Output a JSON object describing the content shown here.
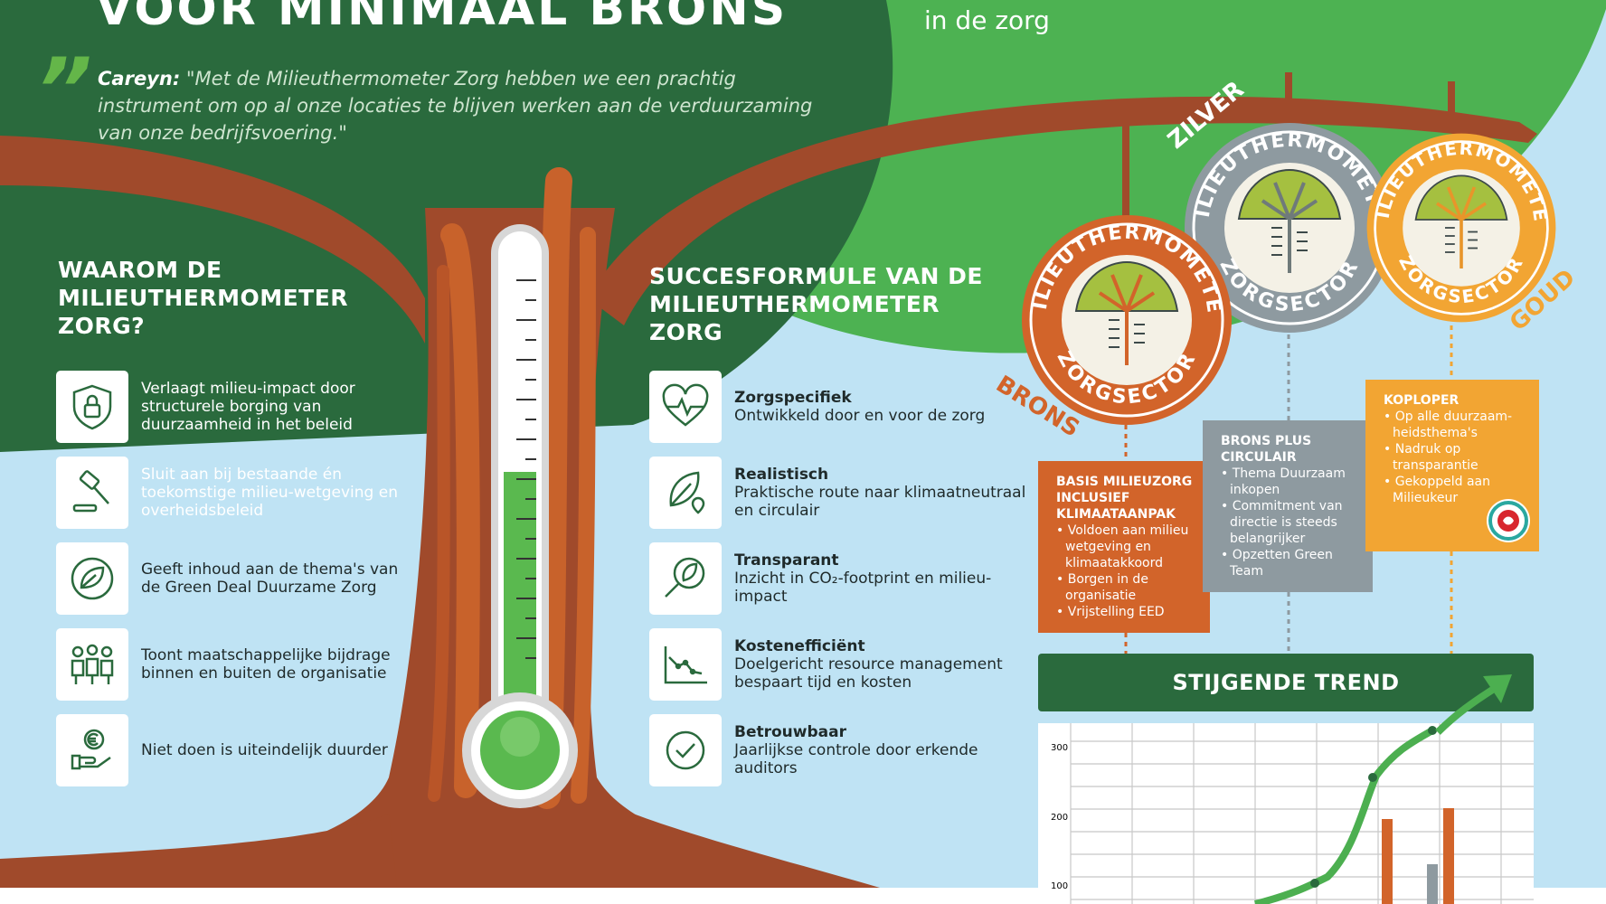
{
  "header": {
    "title": "VOOR MINIMAAL BRONS",
    "subtitle": "in de zorg"
  },
  "quote": {
    "mark": "”",
    "speaker": "Careyn:",
    "text": " \"Met de Milieuthermometer Zorg hebben we een prachtig instrument om op al onze locaties te blijven werken aan de verduurzaming van onze bedrijfsvoering.\""
  },
  "why": {
    "heading": "WAAROM DE MILIEUTHERMOMETER ZORG?",
    "items": [
      {
        "icon": "shield-lock-icon",
        "text": "Verlaagt milieu-impact door structurele borging van duurzaamheid in het beleid"
      },
      {
        "icon": "gavel-icon",
        "text": "Sluit aan bij bestaande én toekomstige milieu-wetgeving en overheidsbeleid"
      },
      {
        "icon": "leaf-circle-icon",
        "text": "Geeft inhoud aan de thema's van de Green Deal Duurzame Zorg"
      },
      {
        "icon": "people-icon",
        "text": "Toont maatschappelijke bijdrage binnen en buiten de organisatie"
      },
      {
        "icon": "euro-hand-icon",
        "text": "Niet doen is uiteindelijk duurder"
      }
    ]
  },
  "success": {
    "heading": "SUCCESFORMULE VAN DE MILIEUTHERMOMETER ZORG",
    "items": [
      {
        "icon": "heart-pulse-icon",
        "title": "Zorgspecifiek",
        "text": "Ontwikkeld door en voor de zorg"
      },
      {
        "icon": "leaf-pin-icon",
        "title": "Realistisch",
        "text": "Praktische route naar klimaatneutraal en circulair"
      },
      {
        "icon": "magnifier-leaf-icon",
        "title": "Transparant",
        "text": "Inzicht in CO₂-footprint en milieu-impact"
      },
      {
        "icon": "line-chart-icon",
        "title": "Kostenefficiënt",
        "text": "Doelgericht resource management bespaart tijd en kosten"
      },
      {
        "icon": "check-circle-icon",
        "title": "Betrouwbaar",
        "text": "Jaarlijkse controle door erkende auditors"
      }
    ]
  },
  "badges": {
    "ring_text": "MILIEUTHERMOMETER",
    "bottom_text": "ZORGSECTOR",
    "brons": {
      "label": "BRONS",
      "color": "#d2642a"
    },
    "zilver": {
      "label": "ZILVER",
      "color": "#8e9aa0"
    },
    "goud": {
      "label": "GOUD",
      "color": "#f2a533"
    }
  },
  "levels": {
    "brons": {
      "title": "BASIS MILIEUZORG INCLUSIEF KLIMAATAANPAK",
      "bullets": [
        "Voldoen aan milieu wetgeving en klimaatakkoord",
        "Borgen in de organisatie",
        "Vrijstelling EED"
      ]
    },
    "zilver": {
      "title": "BRONS PLUS CIRCULAIR",
      "bullets": [
        "Thema Duurzaam inkopen",
        "Commitment van directie is steeds belangrijker",
        "Opzetten Green Team"
      ]
    },
    "goud": {
      "title": "KOPLOPER",
      "bullets": [
        "Op alle duurzaam-heidsthema's",
        "Nadruk op transparantie",
        "Gekoppeld aan Milieukeur"
      ]
    }
  },
  "trend": {
    "title": "STIJGENDE TREND",
    "y_labels": [
      "300",
      "200",
      "100"
    ]
  },
  "colors": {
    "dark_green": "#2a6a3d",
    "light_green": "#4caf50",
    "trunk": "#a04a2b",
    "sky": "#bfe3f4"
  }
}
